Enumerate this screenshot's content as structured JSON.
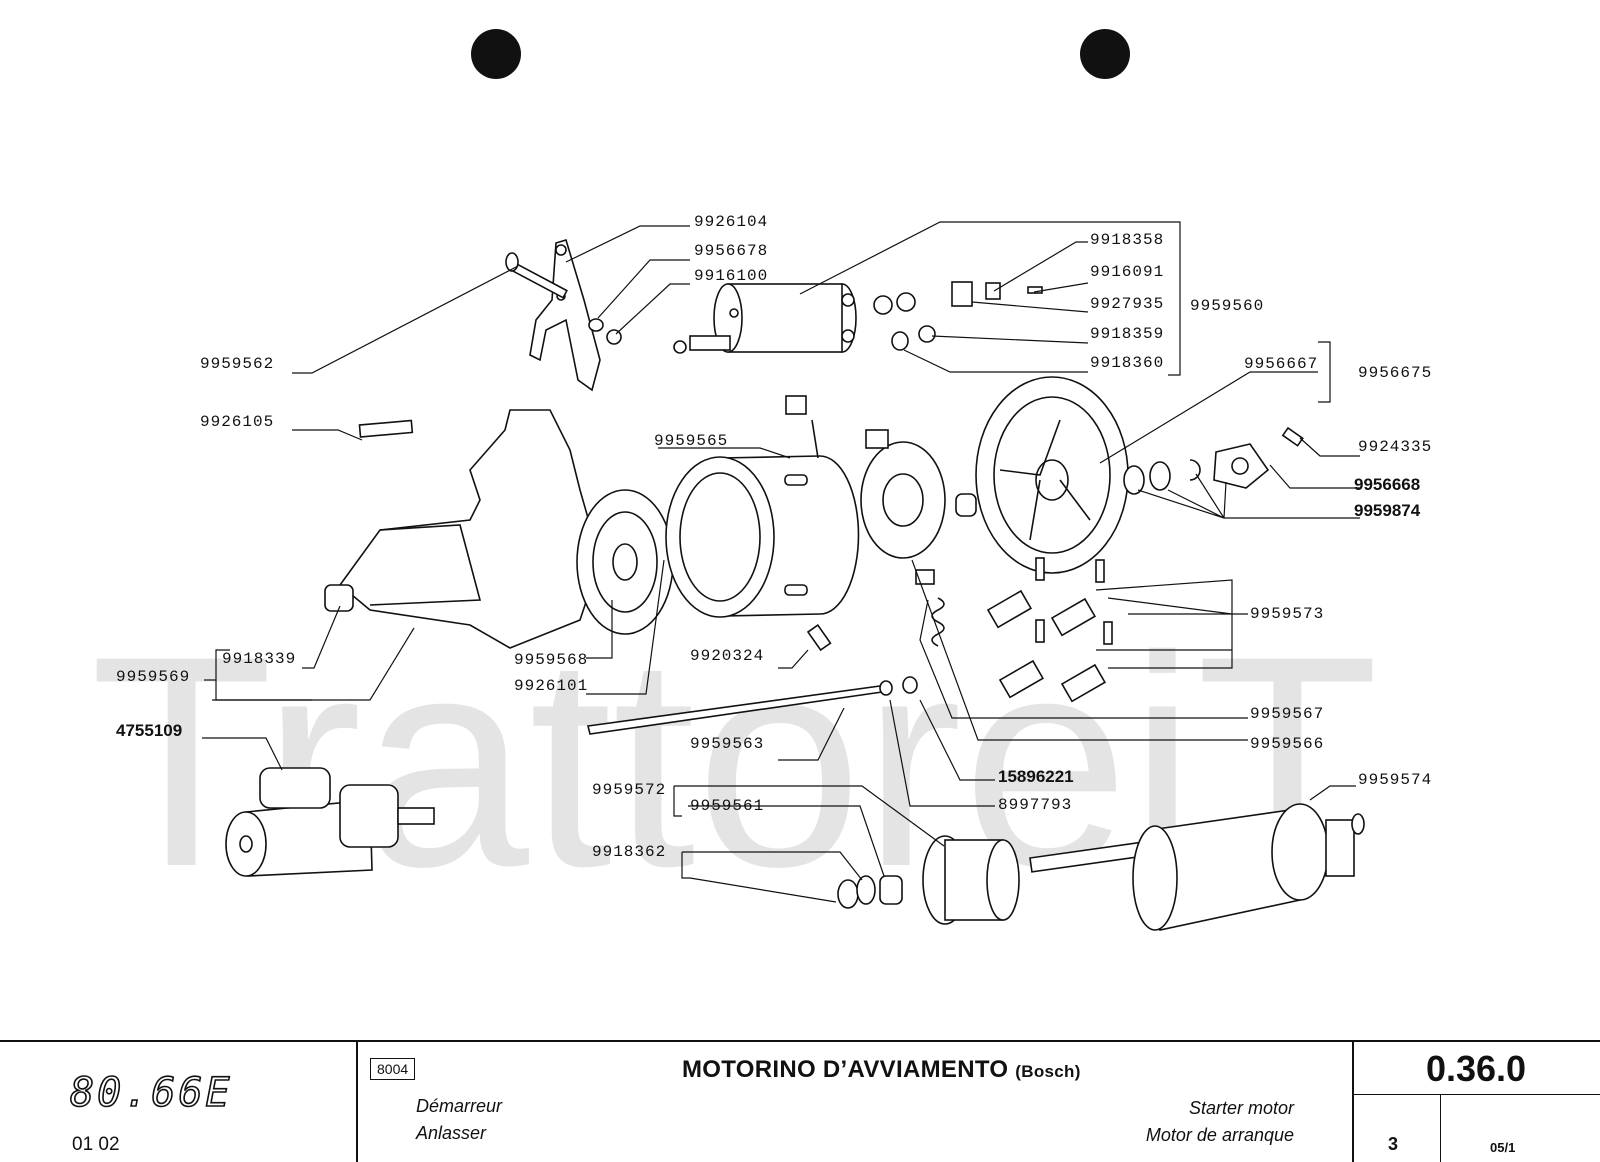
{
  "watermark": "TrattoreiT",
  "parts": {
    "p9926104": "9926104",
    "p9956678": "9956678",
    "p9916100": "9916100",
    "p9959562": "9959562",
    "p9918358": "9918358",
    "p9916091": "9916091",
    "p9927935": "9927935",
    "p9959560": "9959560",
    "p9918359": "9918359",
    "p9918360": "9918360",
    "p9956667": "9956667",
    "p9956675": "9956675",
    "p9926105": "9926105",
    "p9959565": "9959565",
    "p9924335": "9924335",
    "p9956668": "9956668",
    "p9959874": "9959874",
    "p9959573": "9959573",
    "p9918339": "9918339",
    "p9959569": "9959569",
    "p9959568": "9959568",
    "p9926101": "9926101",
    "p9920324": "9920324",
    "p9959567": "9959567",
    "p9959566": "9959566",
    "p4755109": "4755109",
    "p9959563": "9959563",
    "p15896221": "15896221",
    "p8997793": "8997793",
    "p9959572": "9959572",
    "p9959561": "9959561",
    "p9959574": "9959574",
    "p9918362": "9918362"
  },
  "title_block": {
    "model": "80.66E",
    "model_codes": "01   02",
    "group_code": "8004",
    "title_it": "MOTORINO D’AVVIAMENTO",
    "title_brand": "(Bosch)",
    "title_fr": "Démarreur",
    "title_de": "Anlasser",
    "title_en": "Starter motor",
    "title_es": "Motor de arranque",
    "ref_number": "0.36.0",
    "page": "3",
    "revision": "05/1"
  }
}
